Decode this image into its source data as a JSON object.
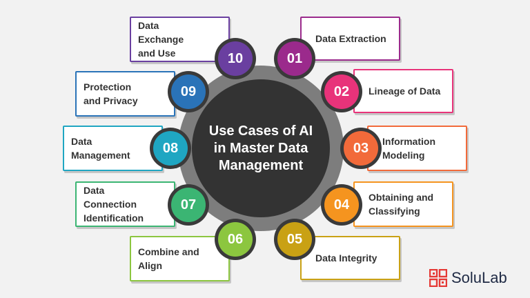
{
  "center": {
    "title": "Use Cases of AI\nin Master Data\nManagement"
  },
  "items": [
    {
      "number": "01",
      "label": "Data Extraction",
      "color": "#9b2a8c"
    },
    {
      "number": "02",
      "label": "Lineage of Data",
      "color": "#e8337a"
    },
    {
      "number": "03",
      "label": "Information Modeling",
      "color": "#f26a3a"
    },
    {
      "number": "04",
      "label": "Obtaining and Classifying",
      "color": "#f5941f"
    },
    {
      "number": "05",
      "label": "Data Integrity",
      "color": "#c9a114"
    },
    {
      "number": "06",
      "label": "Combine and Align",
      "color": "#8cc63f"
    },
    {
      "number": "07",
      "label": "Data Connection Identification",
      "color": "#3bb573"
    },
    {
      "number": "08",
      "label": "Data Management",
      "color": "#1fa6c2"
    },
    {
      "number": "09",
      "label": "Protection and Privacy",
      "color": "#2a73b8"
    },
    {
      "number": "10",
      "label": "Data Exchange and Use",
      "color": "#6a3fa0"
    }
  ],
  "brand": {
    "name": "SoluLab",
    "color": "#e53935"
  }
}
